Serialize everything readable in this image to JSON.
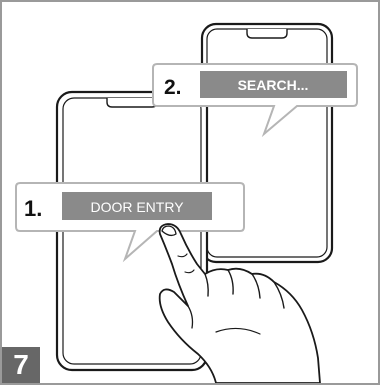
{
  "illustration": {
    "step_number": "7",
    "callout_1": {
      "number": "1.",
      "label": "DOOR ENTRY"
    },
    "callout_2": {
      "number": "2.",
      "label": "SEARCH..."
    }
  },
  "colors": {
    "frame_border": "#9a9a9a",
    "line": "#1a1a1a",
    "callout_border": "#b5b5b5",
    "label_box": "#8a8a8a",
    "label_text": "#ffffff",
    "badge": "#676767"
  },
  "icons": [
    "phone-icon",
    "hand-pointer-icon",
    "speech-callout-icon"
  ]
}
